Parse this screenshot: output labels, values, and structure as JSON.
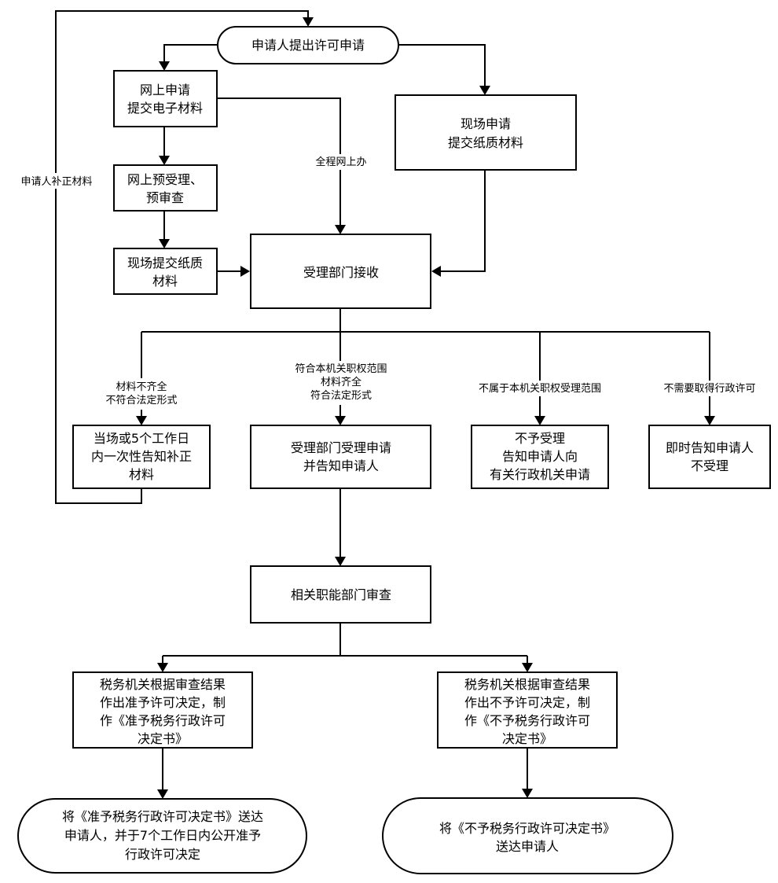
{
  "nodes": {
    "start": [
      "申请人提出许可申请"
    ],
    "online_apply": [
      "网上申请",
      "提交电子材料"
    ],
    "onsite_apply": [
      "现场申请",
      "提交纸质材料"
    ],
    "online_prereview": [
      "网上预受理、",
      "预审查"
    ],
    "onsite_paper": [
      "现场提交纸质",
      "材料"
    ],
    "dept_receive": [
      "受理部门接收"
    ],
    "notify_correction": [
      "当场或5个工作日",
      "内一次性告知补正",
      "材料"
    ],
    "dept_accept": [
      "受理部门受理申请",
      "并告知申请人"
    ],
    "reject_refer": [
      "不予受理",
      "告知申请人向",
      "有关行政机关申请"
    ],
    "reject_immediate": [
      "即时告知申请人",
      "不受理"
    ],
    "review": [
      "相关职能部门审查"
    ],
    "grant_decision": [
      "税务机关根据审查结果",
      "作出准予许可决定，制",
      "作《准予税务行政许可",
      "决定书》"
    ],
    "deny_decision": [
      "税务机关根据审查结果",
      "作出不予许可决定，制",
      "作《不予税务行政许可",
      "决定书》"
    ],
    "grant_deliver": [
      "将《准予税务行政许可决定书》送达",
      "申请人，并于7个工作日内公开准予",
      "行政许可决定"
    ],
    "deny_deliver": [
      "将《不予税务行政许可决定书》",
      "送达申请人"
    ]
  },
  "edge_labels": {
    "resubmit": [
      "申请人补正材料"
    ],
    "full_online": [
      "全程网上办"
    ],
    "incomplete": [
      "材料不齐全",
      "不符合法定形式"
    ],
    "compliant": [
      "符合本机关职权范围",
      "材料齐全",
      "符合法定形式"
    ],
    "out_of_scope": [
      "不属于本机关职权受理范围"
    ],
    "no_permit_needed": [
      "不需要取得行政许可"
    ]
  }
}
